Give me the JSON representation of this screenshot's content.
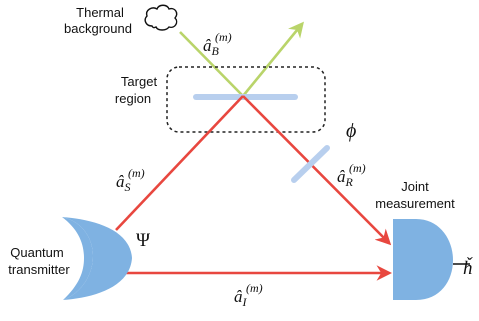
{
  "colors": {
    "signal_arrow": "#e8473f",
    "background_arrow": "#b9d46a",
    "device_blue": "#7fb2e2",
    "plate_blue": "#b8cfee",
    "region_border": "#222222"
  },
  "icons": {
    "thermal_source": "cloud-icon",
    "transmitter": "crescent-mirror-icon",
    "receiver": "half-disc-detector-icon"
  },
  "labels": {
    "thermal_line1": "Thermal",
    "thermal_line2": "background",
    "target_line1": "Target",
    "target_line2": "region",
    "joint_line1": "Joint",
    "joint_line2": "measurement",
    "quantum_line1": "Quantum",
    "quantum_line2": "transmitter",
    "psi": "Ψ",
    "phi": "ϕ",
    "h_check": "ȟ"
  },
  "modes": {
    "background": {
      "operator": "â",
      "subscript": "B",
      "superscript": "(m)"
    },
    "signal": {
      "operator": "â",
      "subscript": "S",
      "superscript": "(m)"
    },
    "reflected": {
      "operator": "â",
      "subscript": "R",
      "superscript": "(m)"
    },
    "idler": {
      "operator": "â",
      "subscript": "I",
      "superscript": "(m)"
    }
  }
}
